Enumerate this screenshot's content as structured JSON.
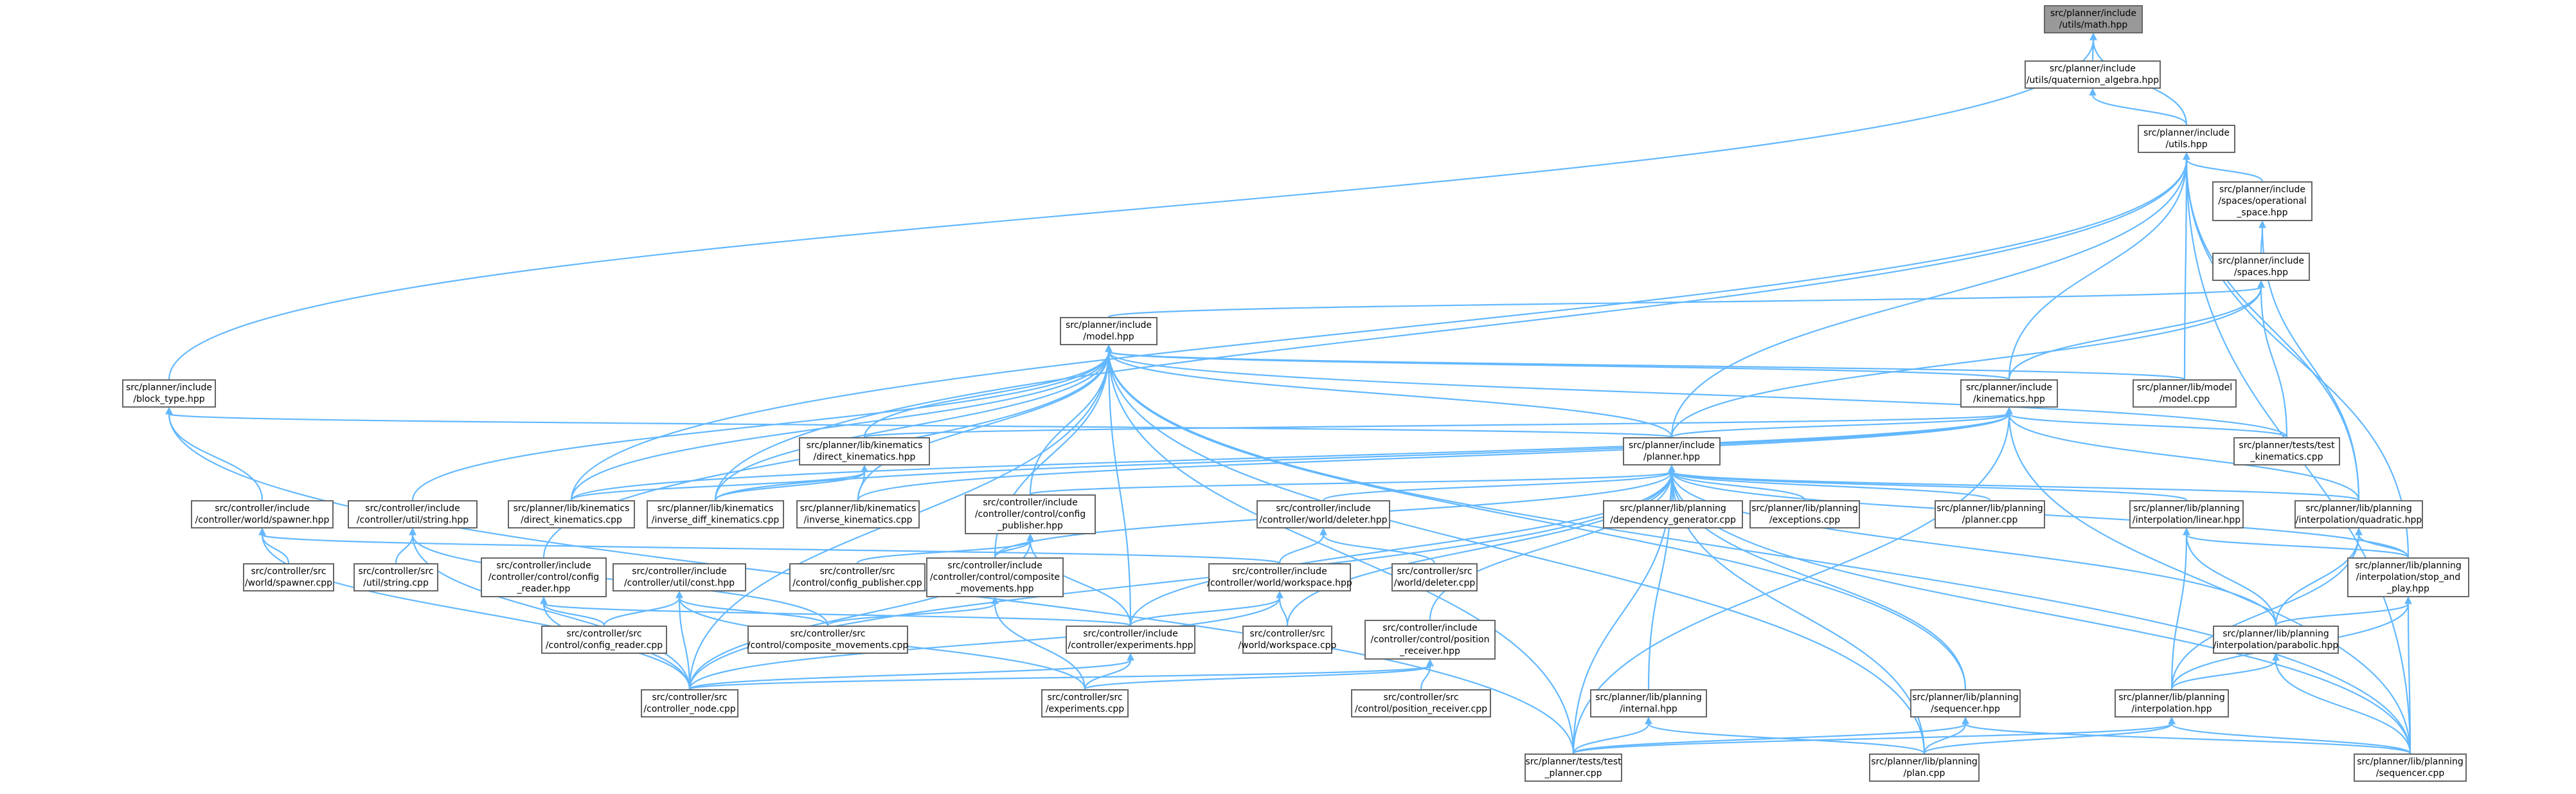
{
  "graph": {
    "colors": {
      "edge": "#63b8ff",
      "node_border": "#666666",
      "root_fill": "#999999",
      "node_fill": "#ffffff"
    },
    "root": "math_hpp",
    "nodes": [
      {
        "id": "math_hpp",
        "label": "src/planner/include\n/utils/math.hpp"
      },
      {
        "id": "quaternion_algebra_hpp",
        "label": "src/planner/include\n/utils/quaternion_algebra.hpp"
      },
      {
        "id": "utils_hpp",
        "label": "src/planner/include\n/utils.hpp"
      },
      {
        "id": "operational_space_hpp",
        "label": "src/planner/include\n/spaces/operational\n_space.hpp"
      },
      {
        "id": "spaces_hpp",
        "label": "src/planner/include\n/spaces.hpp"
      },
      {
        "id": "model_hpp",
        "label": "src/planner/include\n/model.hpp"
      },
      {
        "id": "block_type_hpp",
        "label": "src/planner/include\n/block_type.hpp"
      },
      {
        "id": "kinematics_hpp",
        "label": "src/planner/include\n/kinematics.hpp"
      },
      {
        "id": "model_cpp",
        "label": "src/planner/lib/model\n/model.cpp"
      },
      {
        "id": "direct_kinematics_hpp",
        "label": "src/planner/lib/kinematics\n/direct_kinematics.hpp"
      },
      {
        "id": "planner_hpp",
        "label": "src/planner/include\n/planner.hpp"
      },
      {
        "id": "test_kinematics_cpp",
        "label": "src/planner/tests/test\n_kinematics.cpp"
      },
      {
        "id": "spawner_hpp",
        "label": "src/controller/include\n/controller/world/spawner.hpp"
      },
      {
        "id": "string_hpp",
        "label": "src/controller/include\n/controller/util/string.hpp"
      },
      {
        "id": "direct_kinematics_cpp",
        "label": "src/planner/lib/kinematics\n/direct_kinematics.cpp"
      },
      {
        "id": "inverse_diff_kinematics_cpp",
        "label": "src/planner/lib/kinematics\n/inverse_diff_kinematics.cpp"
      },
      {
        "id": "inverse_kinematics_cpp",
        "label": "src/planner/lib/kinematics\n/inverse_kinematics.cpp"
      },
      {
        "id": "config_publisher_hpp",
        "label": "src/controller/include\n/controller/control/config\n_publisher.hpp"
      },
      {
        "id": "deleter_hpp",
        "label": "src/controller/include\n/controller/world/deleter.hpp"
      },
      {
        "id": "dependency_generator_cpp",
        "label": "src/planner/lib/planning\n/dependency_generator.cpp"
      },
      {
        "id": "exceptions_cpp",
        "label": "src/planner/lib/planning\n/exceptions.cpp"
      },
      {
        "id": "planner_cpp",
        "label": "src/planner/lib/planning\n/planner.cpp"
      },
      {
        "id": "interpolation_linear_hpp",
        "label": "src/planner/lib/planning\n/interpolation/linear.hpp"
      },
      {
        "id": "interpolation_quadratic_hpp",
        "label": "src/planner/lib/planning\n/interpolation/quadratic.hpp"
      },
      {
        "id": "spawner_cpp",
        "label": "src/controller/src\n/world/spawner.cpp"
      },
      {
        "id": "string_cpp",
        "label": "src/controller/src\n/util/string.cpp"
      },
      {
        "id": "config_publisher_cpp",
        "label": "src/controller/src\n/control/config_publisher.cpp"
      },
      {
        "id": "composite_movements_hpp",
        "label": "src/controller/include\n/controller/control/composite\n_movements.hpp"
      },
      {
        "id": "deleter_cpp",
        "label": "src/controller/src\n/world/deleter.cpp"
      },
      {
        "id": "config_reader_hpp",
        "label": "src/controller/include\n/controller/control/config\n_reader.hpp"
      },
      {
        "id": "const_hpp",
        "label": "src/controller/include\n/controller/util/const.hpp"
      },
      {
        "id": "workspace_hpp",
        "label": "src/controller/include\n/controller/world/workspace.hpp"
      },
      {
        "id": "stop_and_play_hpp",
        "label": "src/planner/lib/planning\n/interpolation/stop_and\n_play.hpp"
      },
      {
        "id": "config_reader_cpp",
        "label": "src/controller/src\n/control/config_reader.cpp"
      },
      {
        "id": "composite_movements_cpp",
        "label": "src/controller/src\n/control/composite_movements.cpp"
      },
      {
        "id": "experiments_hpp",
        "label": "src/controller/include\n/controller/experiments.hpp"
      },
      {
        "id": "workspace_cpp",
        "label": "src/controller/src\n/world/workspace.cpp"
      },
      {
        "id": "position_receiver_hpp",
        "label": "src/controller/include\n/controller/control/position\n_receiver.hpp"
      },
      {
        "id": "interpolation_parabolic_hpp",
        "label": "src/planner/lib/planning\n/interpolation/parabolic.hpp"
      },
      {
        "id": "controller_node_cpp",
        "label": "src/controller/src\n/controller_node.cpp"
      },
      {
        "id": "experiments_cpp",
        "label": "src/controller/src\n/experiments.cpp"
      },
      {
        "id": "position_receiver_cpp",
        "label": "src/controller/src\n/control/position_receiver.cpp"
      },
      {
        "id": "internal_hpp",
        "label": "src/planner/lib/planning\n/internal.hpp"
      },
      {
        "id": "sequencer_hpp",
        "label": "src/planner/lib/planning\n/sequencer.hpp"
      },
      {
        "id": "interpolation_hpp",
        "label": "src/planner/lib/planning\n/interpolation.hpp"
      },
      {
        "id": "test_planner_cpp",
        "label": "src/planner/tests/test\n_planner.cpp"
      },
      {
        "id": "plan_cpp",
        "label": "src/planner/lib/planning\n/plan.cpp"
      },
      {
        "id": "sequencer_cpp",
        "label": "src/planner/lib/planning\n/sequencer.cpp"
      }
    ],
    "edges": [
      [
        "quaternion_algebra_hpp",
        "math_hpp"
      ],
      [
        "utils_hpp",
        "math_hpp"
      ],
      [
        "block_type_hpp",
        "math_hpp"
      ],
      [
        "utils_hpp",
        "quaternion_algebra_hpp"
      ],
      [
        "operational_space_hpp",
        "utils_hpp"
      ],
      [
        "model_cpp",
        "utils_hpp"
      ],
      [
        "kinematics_hpp",
        "utils_hpp"
      ],
      [
        "planner_hpp",
        "utils_hpp"
      ],
      [
        "direct_kinematics_cpp",
        "utils_hpp"
      ],
      [
        "inverse_diff_kinematics_cpp",
        "utils_hpp"
      ],
      [
        "interpolation_quadratic_hpp",
        "utils_hpp"
      ],
      [
        "stop_and_play_hpp",
        "utils_hpp"
      ],
      [
        "sequencer_cpp",
        "utils_hpp"
      ],
      [
        "spaces_hpp",
        "operational_space_hpp"
      ],
      [
        "interpolation_quadratic_hpp",
        "operational_space_hpp"
      ],
      [
        "model_hpp",
        "spaces_hpp"
      ],
      [
        "kinematics_hpp",
        "spaces_hpp"
      ],
      [
        "planner_hpp",
        "spaces_hpp"
      ],
      [
        "test_kinematics_cpp",
        "spaces_hpp"
      ],
      [
        "model_cpp",
        "model_hpp"
      ],
      [
        "kinematics_hpp",
        "model_hpp"
      ],
      [
        "direct_kinematics_hpp",
        "model_hpp"
      ],
      [
        "planner_hpp",
        "model_hpp"
      ],
      [
        "string_hpp",
        "model_hpp"
      ],
      [
        "direct_kinematics_cpp",
        "model_hpp"
      ],
      [
        "inverse_diff_kinematics_cpp",
        "model_hpp"
      ],
      [
        "inverse_kinematics_cpp",
        "model_hpp"
      ],
      [
        "config_publisher_hpp",
        "model_hpp"
      ],
      [
        "test_kinematics_cpp",
        "model_hpp"
      ],
      [
        "config_reader_hpp",
        "model_hpp"
      ],
      [
        "composite_movements_hpp",
        "model_hpp"
      ],
      [
        "experiments_hpp",
        "model_hpp"
      ],
      [
        "controller_node_cpp",
        "model_hpp"
      ],
      [
        "test_planner_cpp",
        "model_hpp"
      ],
      [
        "plan_cpp",
        "model_hpp"
      ],
      [
        "sequencer_hpp",
        "model_hpp"
      ],
      [
        "sequencer_cpp",
        "model_hpp"
      ],
      [
        "planner_hpp",
        "block_type_hpp"
      ],
      [
        "spawner_hpp",
        "block_type_hpp"
      ],
      [
        "test_planner_cpp",
        "block_type_hpp"
      ],
      [
        "direct_kinematics_hpp",
        "kinematics_hpp"
      ],
      [
        "planner_hpp",
        "kinematics_hpp"
      ],
      [
        "test_kinematics_cpp",
        "kinematics_hpp"
      ],
      [
        "direct_kinematics_cpp",
        "kinematics_hpp"
      ],
      [
        "inverse_diff_kinematics_cpp",
        "kinematics_hpp"
      ],
      [
        "inverse_kinematics_cpp",
        "kinematics_hpp"
      ],
      [
        "interpolation_quadratic_hpp",
        "kinematics_hpp"
      ],
      [
        "test_planner_cpp",
        "kinematics_hpp"
      ],
      [
        "sequencer_cpp",
        "kinematics_hpp"
      ],
      [
        "direct_kinematics_cpp",
        "direct_kinematics_hpp"
      ],
      [
        "inverse_diff_kinematics_cpp",
        "direct_kinematics_hpp"
      ],
      [
        "inverse_kinematics_cpp",
        "direct_kinematics_hpp"
      ],
      [
        "config_publisher_hpp",
        "planner_hpp"
      ],
      [
        "deleter_hpp",
        "planner_hpp"
      ],
      [
        "dependency_generator_cpp",
        "planner_hpp"
      ],
      [
        "exceptions_cpp",
        "planner_hpp"
      ],
      [
        "planner_cpp",
        "planner_hpp"
      ],
      [
        "interpolation_linear_hpp",
        "planner_hpp"
      ],
      [
        "interpolation_quadratic_hpp",
        "planner_hpp"
      ],
      [
        "composite_movements_hpp",
        "planner_hpp"
      ],
      [
        "workspace_cpp",
        "planner_hpp"
      ],
      [
        "position_receiver_hpp",
        "planner_hpp"
      ],
      [
        "experiments_hpp",
        "planner_hpp"
      ],
      [
        "controller_node_cpp",
        "planner_hpp"
      ],
      [
        "internal_hpp",
        "planner_hpp"
      ],
      [
        "sequencer_hpp",
        "planner_hpp"
      ],
      [
        "test_planner_cpp",
        "planner_hpp"
      ],
      [
        "plan_cpp",
        "planner_hpp"
      ],
      [
        "stop_and_play_hpp",
        "planner_hpp"
      ],
      [
        "interpolation_parabolic_hpp",
        "planner_hpp"
      ],
      [
        "sequencer_cpp",
        "planner_hpp"
      ],
      [
        "spawner_cpp",
        "spawner_hpp"
      ],
      [
        "workspace_hpp",
        "spawner_hpp"
      ],
      [
        "controller_node_cpp",
        "spawner_hpp"
      ],
      [
        "string_cpp",
        "string_hpp"
      ],
      [
        "composite_movements_cpp",
        "string_hpp"
      ],
      [
        "controller_node_cpp",
        "string_hpp"
      ],
      [
        "config_publisher_cpp",
        "config_publisher_hpp"
      ],
      [
        "composite_movements_hpp",
        "config_publisher_hpp"
      ],
      [
        "experiments_hpp",
        "config_publisher_hpp"
      ],
      [
        "controller_node_cpp",
        "config_publisher_hpp"
      ],
      [
        "deleter_cpp",
        "deleter_hpp"
      ],
      [
        "workspace_hpp",
        "deleter_hpp"
      ],
      [
        "interpolation_parabolic_hpp",
        "interpolation_linear_hpp"
      ],
      [
        "interpolation_hpp",
        "interpolation_linear_hpp"
      ],
      [
        "stop_and_play_hpp",
        "interpolation_linear_hpp"
      ],
      [
        "stop_and_play_hpp",
        "interpolation_quadratic_hpp"
      ],
      [
        "interpolation_parabolic_hpp",
        "interpolation_quadratic_hpp"
      ],
      [
        "interpolation_hpp",
        "interpolation_quadratic_hpp"
      ],
      [
        "composite_movements_cpp",
        "composite_movements_hpp"
      ],
      [
        "experiments_cpp",
        "composite_movements_hpp"
      ],
      [
        "config_reader_cpp",
        "config_reader_hpp"
      ],
      [
        "experiments_hpp",
        "config_reader_hpp"
      ],
      [
        "controller_node_cpp",
        "config_reader_hpp"
      ],
      [
        "config_reader_cpp",
        "const_hpp"
      ],
      [
        "composite_movements_cpp",
        "const_hpp"
      ],
      [
        "controller_node_cpp",
        "const_hpp"
      ],
      [
        "experiments_cpp",
        "const_hpp"
      ],
      [
        "workspace_cpp",
        "workspace_hpp"
      ],
      [
        "experiments_hpp",
        "workspace_hpp"
      ],
      [
        "controller_node_cpp",
        "workspace_hpp"
      ],
      [
        "interpolation_parabolic_hpp",
        "stop_and_play_hpp"
      ],
      [
        "interpolation_hpp",
        "stop_and_play_hpp"
      ],
      [
        "sequencer_cpp",
        "stop_and_play_hpp"
      ],
      [
        "controller_node_cpp",
        "experiments_hpp"
      ],
      [
        "experiments_cpp",
        "experiments_hpp"
      ],
      [
        "position_receiver_cpp",
        "position_receiver_hpp"
      ],
      [
        "controller_node_cpp",
        "position_receiver_hpp"
      ],
      [
        "experiments_cpp",
        "position_receiver_hpp"
      ],
      [
        "interpolation_hpp",
        "interpolation_parabolic_hpp"
      ],
      [
        "sequencer_cpp",
        "interpolation_parabolic_hpp"
      ],
      [
        "test_planner_cpp",
        "internal_hpp"
      ],
      [
        "plan_cpp",
        "internal_hpp"
      ],
      [
        "test_planner_cpp",
        "sequencer_hpp"
      ],
      [
        "plan_cpp",
        "sequencer_hpp"
      ],
      [
        "sequencer_cpp",
        "sequencer_hpp"
      ],
      [
        "plan_cpp",
        "interpolation_hpp"
      ],
      [
        "sequencer_cpp",
        "interpolation_hpp"
      ],
      [
        "test_planner_cpp",
        "interpolation_hpp"
      ]
    ]
  }
}
